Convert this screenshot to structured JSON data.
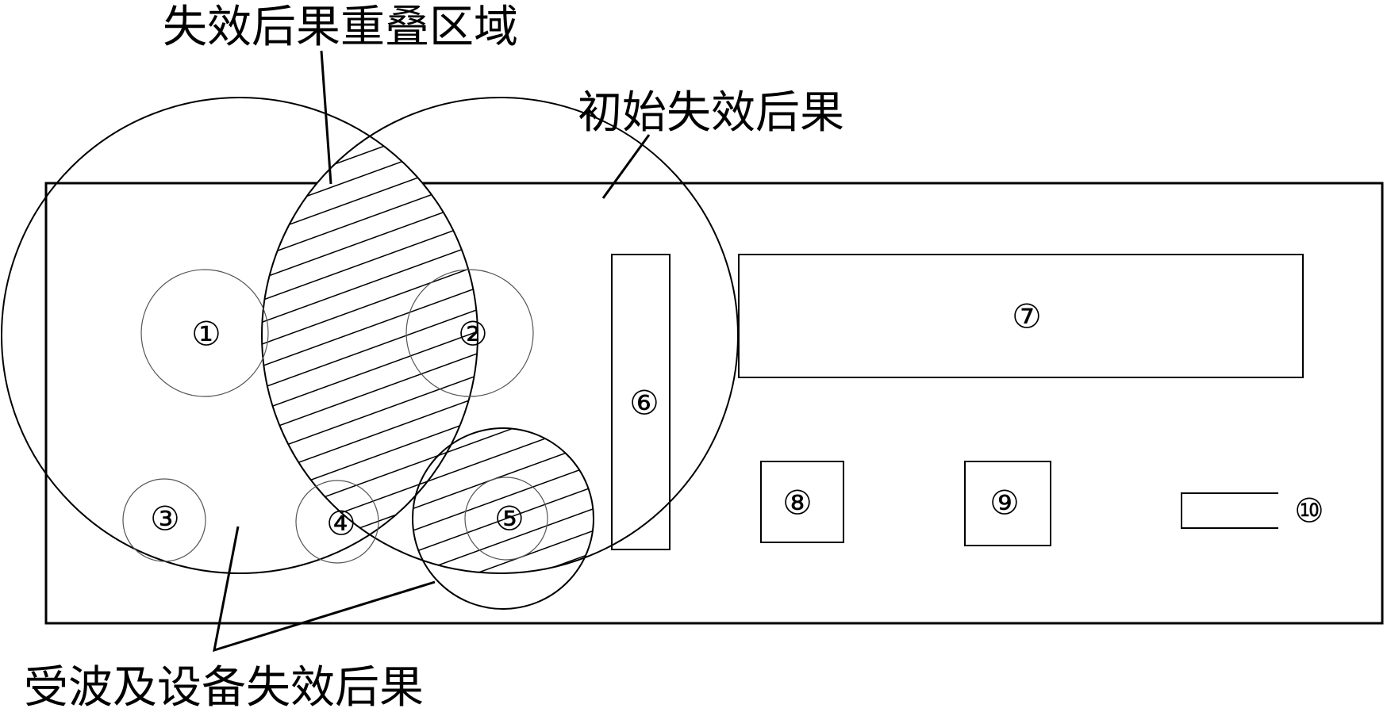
{
  "labels": {
    "overlap_region": "失效后果重叠区域",
    "initial_failure": "初始失效后果",
    "affected_equipment": "受波及设备失效后果"
  },
  "equipment": {
    "item_1": "①",
    "item_2": "②",
    "item_3": "③",
    "item_4": "④",
    "item_5": "⑤",
    "item_6": "⑥",
    "item_7": "⑦",
    "item_8": "⑧",
    "item_9": "⑨",
    "item_10": "⑩"
  }
}
